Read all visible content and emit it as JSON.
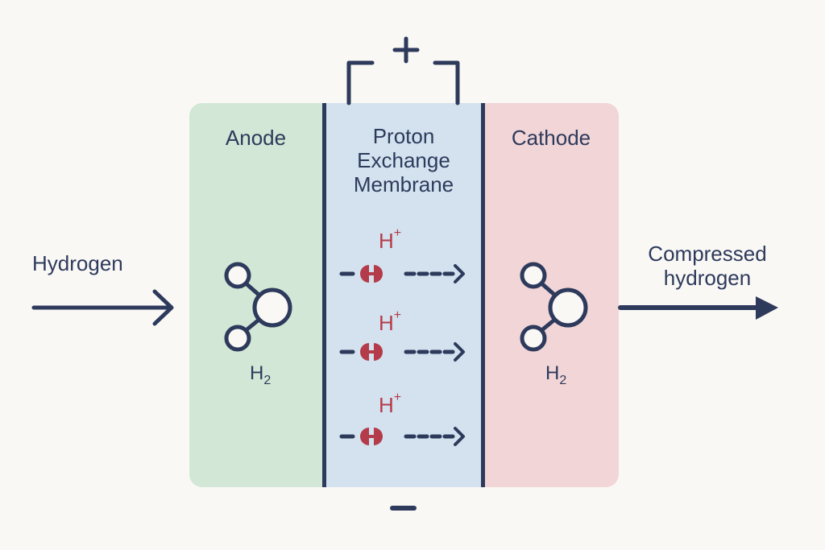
{
  "diagram": {
    "terminals": {
      "positive": "+",
      "negative": "−"
    },
    "sections": {
      "anode": {
        "label": "Anode",
        "molecule": "H",
        "molecule_sub": "2"
      },
      "membrane": {
        "label_lines": [
          "Proton",
          "Exchange",
          "Membrane"
        ]
      },
      "cathode": {
        "label": "Cathode",
        "molecule": "H",
        "molecule_sub": "2"
      }
    },
    "protons": [
      {
        "symbol": "H",
        "charge": "+"
      },
      {
        "symbol": "H",
        "charge": "+"
      },
      {
        "symbol": "H",
        "charge": "+"
      }
    ],
    "input": {
      "label": "Hydrogen"
    },
    "output": {
      "label_lines": [
        "Compressed",
        "hydrogen"
      ]
    },
    "colors": {
      "ink": "#2d3a5c",
      "proton": "#b43b4a",
      "anode_bg": "#d2e7d5",
      "membrane_bg": "#d3e2ee",
      "cathode_bg": "#f2d5d7",
      "page_bg": "#faf8f5"
    }
  }
}
